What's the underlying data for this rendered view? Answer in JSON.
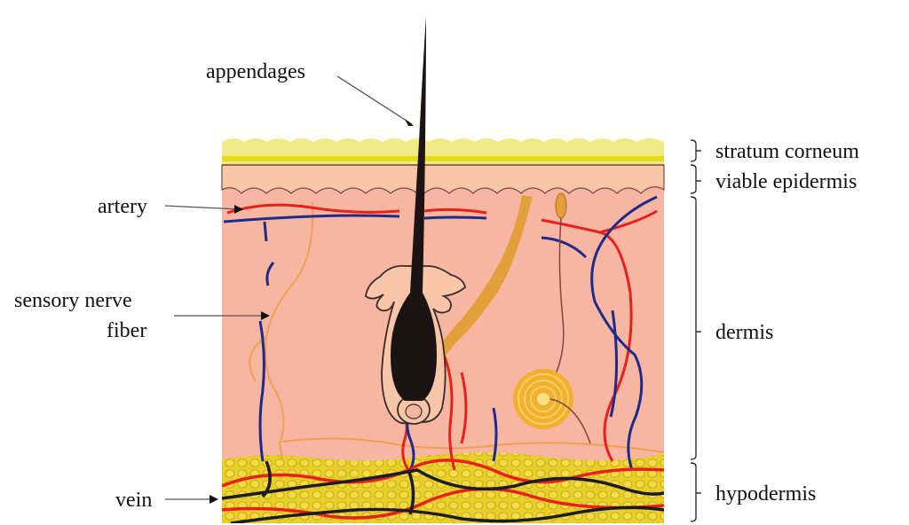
{
  "diagram": {
    "labels": {
      "appendages": "appendages",
      "artery": "artery",
      "sensory_nerve_line1": "sensory nerve",
      "sensory_nerve_line2": "fiber",
      "vein": "vein",
      "stratum_corneum": "stratum corneum",
      "viable_epidermis": "viable epidermis",
      "dermis": "dermis",
      "hypodermis": "hypodermis"
    },
    "colors": {
      "stratum_corneum": "#f0eb88",
      "corneum_band": "#e8dc1a",
      "epidermis": "#f7c6a8",
      "dermis": "#f6b6a2",
      "hypodermis": "#e8d02a",
      "hair": "#1c1414",
      "artery": "#e8201c",
      "vein": "#1e2a8c",
      "nerve": "#f0a050",
      "gland": "#e3a03a"
    }
  }
}
